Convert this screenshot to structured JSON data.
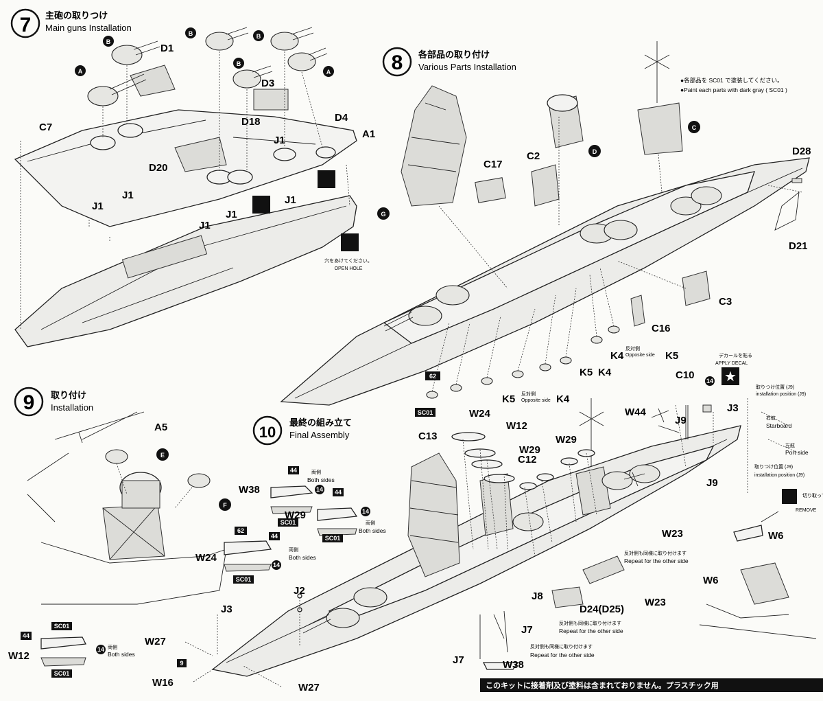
{
  "steps": {
    "s7": {
      "num": "7",
      "title_jp": "主砲の取りつけ",
      "title_en": "Main guns Installation"
    },
    "s8": {
      "num": "8",
      "title_jp": "各部品の取り付け",
      "title_en": "Various Parts Installation"
    },
    "s9": {
      "num": "9",
      "title_jp": "取り付け",
      "title_en": "Installation"
    },
    "s10": {
      "num": "10",
      "title_jp": "最終の組み立て",
      "title_en": "Final Assembly"
    }
  },
  "paint_note": {
    "jp": "●各部品を SC01 で塗装してください。",
    "en": "●Paint each parts with dark gray ( SC01 )",
    "code": "SC01"
  },
  "open_hole": {
    "jp": "穴をあけてください。",
    "en": "OPEN HOLE"
  },
  "labels": {
    "s7": [
      "B",
      "B",
      "D1",
      "B",
      "B",
      "A",
      "A",
      "D3",
      "C7",
      "D18",
      "D4",
      "A1",
      "J1",
      "J1",
      "D20",
      "J1",
      "J1",
      "J1",
      "J1"
    ],
    "s8": [
      "C17",
      "C2",
      "D",
      "C",
      "D28",
      "G",
      "D21",
      "C3",
      "C16",
      "K4",
      "K5",
      "K5",
      "K4",
      "K5",
      "K4"
    ],
    "s9": [
      "A5",
      "E",
      "F",
      "W12",
      "J3",
      "W27",
      "W16",
      "W27",
      "J2"
    ],
    "s10": [
      "C13",
      "W24",
      "W12",
      "C12",
      "W29",
      "W29",
      "W44",
      "C10",
      "J3",
      "J9",
      "J9",
      "W38",
      "W29",
      "W24",
      "W23",
      "W23",
      "J8",
      "D24(D25)",
      "J7",
      "J7",
      "W38",
      "W6",
      "W6"
    ]
  },
  "opposite": {
    "jp": "反対側",
    "en": "Opposite side"
  },
  "both": {
    "jp": "両側",
    "en": "Both sides"
  },
  "repeat": {
    "jp": "反対側も同様に取り付けます",
    "en": "Repeat for the other side"
  },
  "decal": {
    "jp": "デカールを貼る",
    "en": "APPLY DECAL"
  },
  "install_pos": {
    "jp": "取りつけ位置 (J9)",
    "en": "installation position (J9)"
  },
  "starboard": {
    "jp": "右舷",
    "en": "Starboard"
  },
  "port": {
    "jp": "左舷",
    "en": "Port side"
  },
  "remove": {
    "jp": "切り取って",
    "en": "REMOVE"
  },
  "paint_codes": {
    "c44": "44",
    "c62": "62",
    "c14": "14",
    "c9": "9",
    "sc01": "SC01"
  },
  "footer": {
    "text": "このキットに接着剤及び塗料は含まれておりません。プラスチック用"
  },
  "colors": {
    "ink": "#111111",
    "paper": "#fbfbf8",
    "badge": "#111111"
  }
}
